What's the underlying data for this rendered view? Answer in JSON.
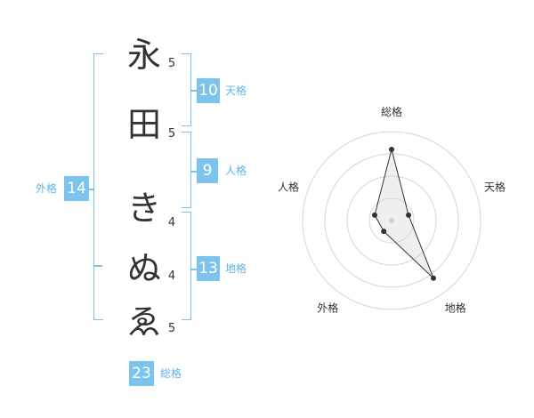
{
  "name": {
    "characters": [
      {
        "char": "永",
        "strokes": "5"
      },
      {
        "char": "田",
        "strokes": "5"
      },
      {
        "char": "き",
        "strokes": "4"
      },
      {
        "char": "ぬ",
        "strokes": "4"
      },
      {
        "char": "ゑ",
        "strokes": "5"
      }
    ]
  },
  "scores": {
    "tenkaku": {
      "value": "10",
      "label": "天格"
    },
    "jinkaku": {
      "value": "9",
      "label": "人格"
    },
    "chikaku": {
      "value": "13",
      "label": "地格"
    },
    "gaikaku": {
      "value": "14",
      "label": "外格"
    },
    "soukaku": {
      "value": "23",
      "label": "総格"
    }
  },
  "chart_data": {
    "type": "radar",
    "axes": [
      "総格",
      "天格",
      "地格",
      "外格",
      "人格"
    ],
    "values": [
      0.8,
      0.2,
      0.8,
      0.15,
      0.2
    ],
    "range": [
      0,
      1
    ],
    "rings": 4
  }
}
